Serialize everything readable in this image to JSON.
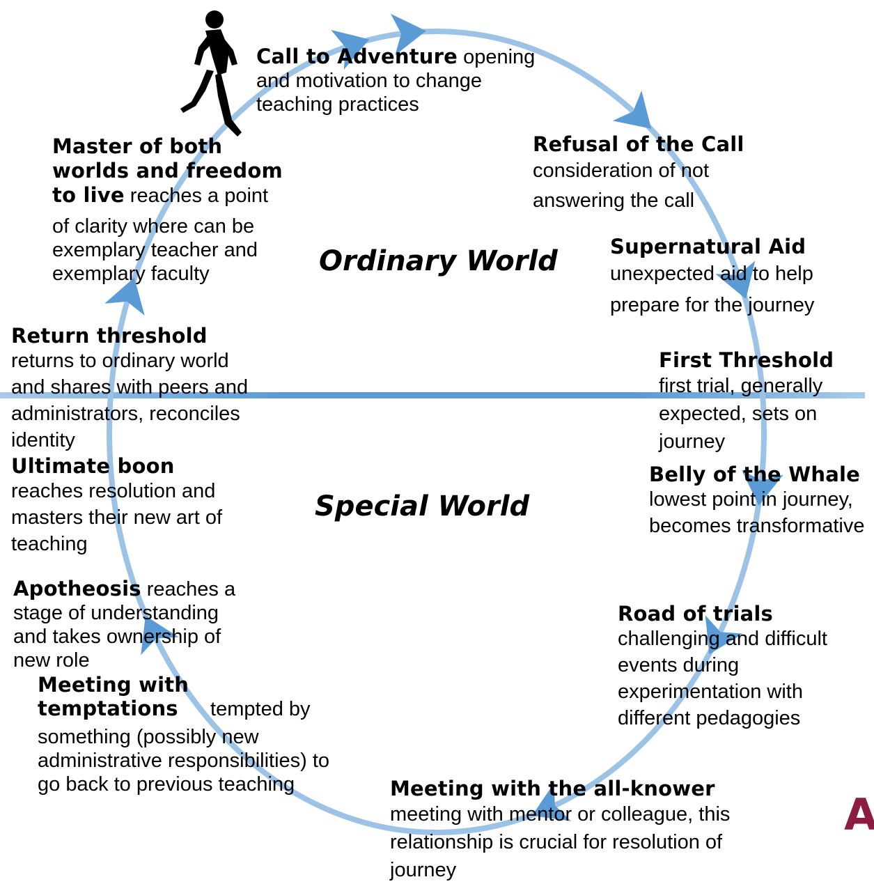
{
  "worlds": {
    "ordinary": "Ordinary World",
    "special": "Special World"
  },
  "stages": [
    {
      "id": "call",
      "title": "Call to Adventure",
      "desc_inline": " opening",
      "desc": "and motivation to change teaching practices"
    },
    {
      "id": "refusal",
      "title": "Refusal of the Call",
      "desc": "consideration of not answering the call"
    },
    {
      "id": "aid",
      "title": "Supernatural Aid",
      "desc": "unexpected aid to help prepare for the journey"
    },
    {
      "id": "threshold",
      "title": "First Threshold",
      "desc": "first trial, generally expected, sets on journey"
    },
    {
      "id": "whale",
      "title": "Belly of the Whale",
      "desc": "lowest point in journey, becomes transformative"
    },
    {
      "id": "trials",
      "title": "Road of trials",
      "desc": "challenging and difficult events during experimentation with different pedagogies"
    },
    {
      "id": "allknower",
      "title": "Meeting with the all-knower",
      "desc": "meeting with mentor or colleague, this relationship is crucial for resolution of journey"
    },
    {
      "id": "temptations",
      "title": "Meeting with temptations",
      "desc_inline": " tempted by",
      "desc": "something (possibly new administrative responsibilities) to go back to previous teaching"
    },
    {
      "id": "apotheosis",
      "title": "Apotheosis",
      "desc_inline": " reaches a",
      "desc": "stage of understanding and takes ownership of new role"
    },
    {
      "id": "boon",
      "title": "Ultimate boon",
      "desc": "reaches resolution and masters their new art of teaching"
    },
    {
      "id": "return",
      "title": "Return threshold",
      "desc": "returns to ordinary world and shares with peers and administrators, reconciles identity"
    },
    {
      "id": "master",
      "title": "Master of both worlds and freedom to live",
      "desc_inline": " reaches a point",
      "desc": "of clarity where can be exemplary teacher and exemplary faculty"
    }
  ],
  "colors": {
    "ring": "#9CC3E6",
    "arrow": "#5B9BD5",
    "divider": "#7AAFDD",
    "logo": "#8C1D40"
  },
  "logo_text": "A"
}
